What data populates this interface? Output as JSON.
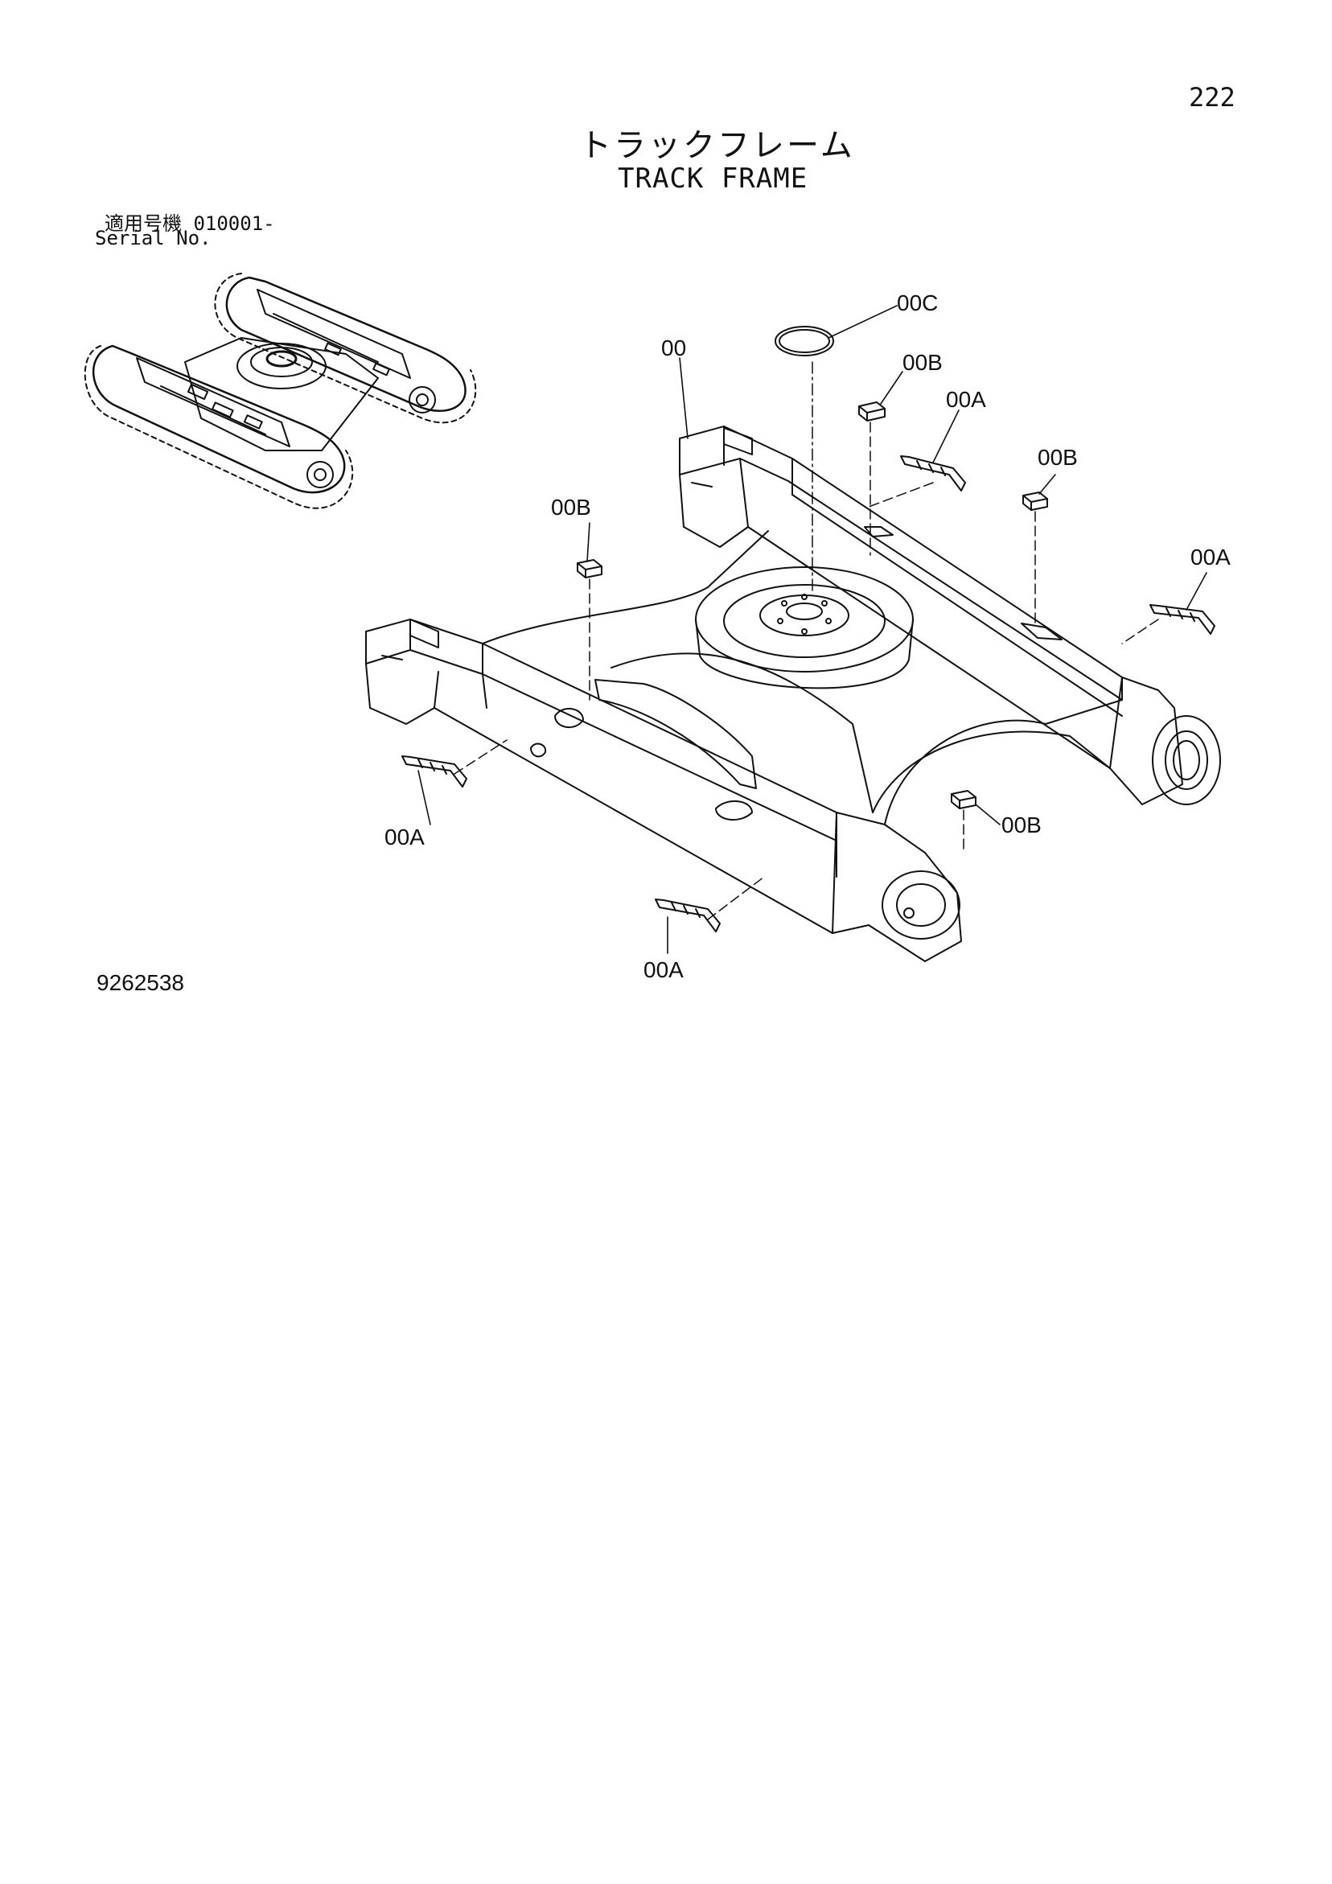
{
  "page": {
    "page_number": "222",
    "title_jp": "トラックフレーム",
    "title_en": "TRACK FRAME",
    "serial_label_jp": "適用号機  010001-",
    "serial_label_en": "Serial No.",
    "drawing_number": "9262538"
  },
  "callouts": {
    "main_frame": "00",
    "ring": "00C",
    "pad_top": "00B",
    "clip_top": "00A",
    "pad_right": "00B",
    "clip_right": "00A",
    "pad_left": "00B",
    "clip_left": "00A",
    "pad_bottom_right": "00B",
    "clip_bottom": "00A"
  }
}
